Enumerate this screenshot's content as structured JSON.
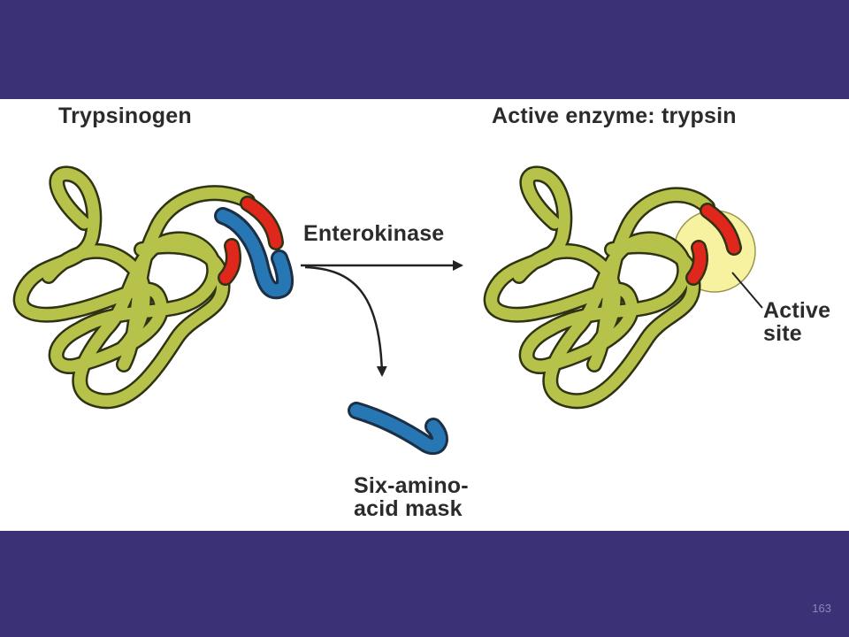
{
  "slide": {
    "page_number": "163",
    "colors": {
      "band": "#3b3176",
      "panel": "#ffffff",
      "chain_fill": "#b7c24a",
      "chain_stroke": "#2f3313",
      "mask_blue": "#2777b5",
      "red_segment": "#e0271b",
      "active_site_halo": "#f6f2a0"
    }
  },
  "figure": {
    "title_left": "Trypsinogen",
    "title_right": "Active enzyme: trypsin",
    "enzyme": "Enterokinase",
    "active_site_line1": "Active",
    "active_site_line2": "site",
    "mask_line1": "Six-amino-",
    "mask_line2": "acid mask"
  }
}
